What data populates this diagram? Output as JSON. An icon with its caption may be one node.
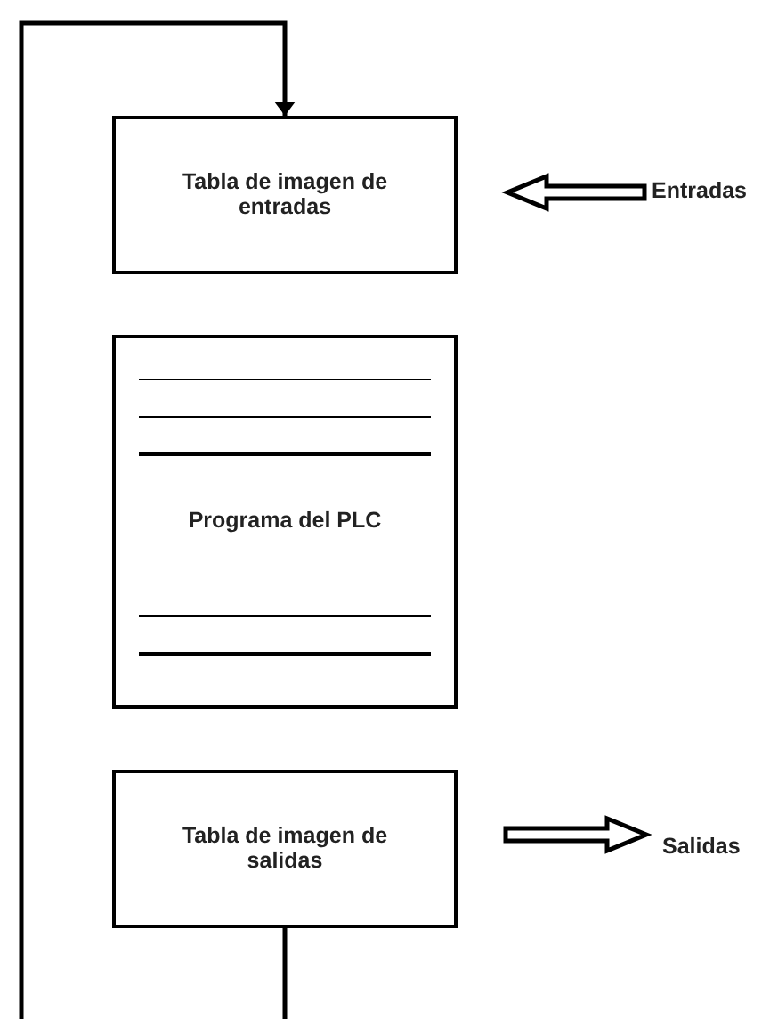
{
  "diagram": {
    "nodes": [
      {
        "text": [
          "Tabla de imagen de entradas"
        ]
      },
      {
        "text": [
          "Programa del PLC"
        ]
      },
      {
        "text": [
          "Tabla de imagen de salidas"
        ]
      },
      {
        "text": [
          "Entradas"
        ]
      },
      {
        "text": [
          "Salidas"
        ]
      }
    ],
    "edges": [
      {
        "from": 2,
        "to": 0,
        "arrow": "to"
      },
      {
        "from": 3,
        "to": 0,
        "arrow": "to",
        "style": "thick"
      },
      {
        "from": 2,
        "to": 4,
        "arrow": "to",
        "style": "thick"
      }
    ]
  }
}
